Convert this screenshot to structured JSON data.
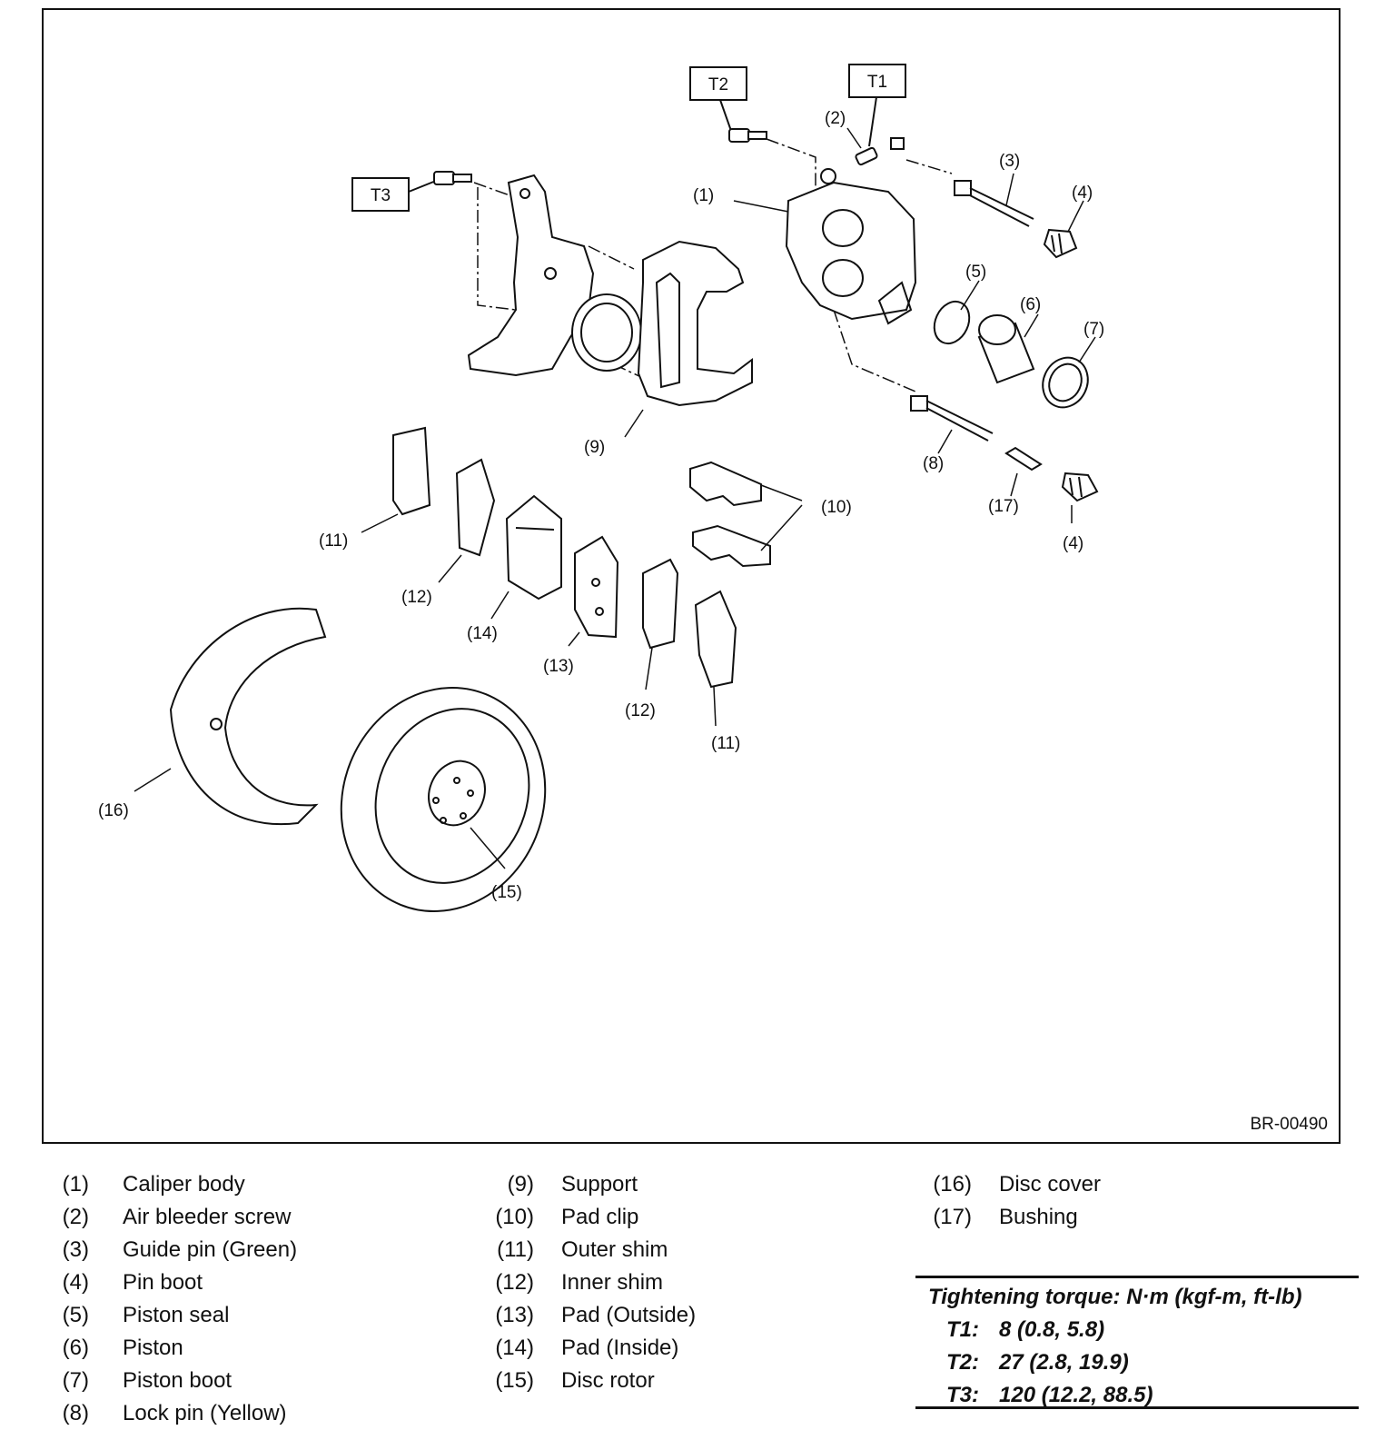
{
  "figure": {
    "code": "BR-00490",
    "callouts": {
      "c1": "(1)",
      "c2": "(2)",
      "c3": "(3)",
      "c4a": "(4)",
      "c4b": "(4)",
      "c5": "(5)",
      "c6": "(6)",
      "c7": "(7)",
      "c8": "(8)",
      "c9": "(9)",
      "c10": "(10)",
      "c11a": "(11)",
      "c11b": "(11)",
      "c12a": "(12)",
      "c12b": "(12)",
      "c13": "(13)",
      "c14": "(14)",
      "c15": "(15)",
      "c16": "(16)",
      "c17": "(17)"
    },
    "torque_tags": {
      "t1": "T1",
      "t2": "T2",
      "t3": "T3"
    }
  },
  "legend": {
    "col1": [
      {
        "num": "(1)",
        "name": "Caliper body"
      },
      {
        "num": "(2)",
        "name": "Air bleeder screw"
      },
      {
        "num": "(3)",
        "name": "Guide pin (Green)"
      },
      {
        "num": "(4)",
        "name": "Pin boot"
      },
      {
        "num": "(5)",
        "name": "Piston seal"
      },
      {
        "num": "(6)",
        "name": "Piston"
      },
      {
        "num": "(7)",
        "name": "Piston boot"
      },
      {
        "num": "(8)",
        "name": "Lock pin (Yellow)"
      }
    ],
    "col2": [
      {
        "num": "(9)",
        "name": "Support"
      },
      {
        "num": "(10)",
        "name": "Pad clip"
      },
      {
        "num": "(11)",
        "name": "Outer shim"
      },
      {
        "num": "(12)",
        "name": "Inner shim"
      },
      {
        "num": "(13)",
        "name": "Pad (Outside)"
      },
      {
        "num": "(14)",
        "name": "Pad (Inside)"
      },
      {
        "num": "(15)",
        "name": "Disc rotor"
      }
    ],
    "col3": [
      {
        "num": "(16)",
        "name": "Disc cover"
      },
      {
        "num": "(17)",
        "name": "Bushing"
      }
    ]
  },
  "torque": {
    "title": "Tightening torque: N·m (kgf-m, ft-lb)",
    "rows": [
      {
        "key": "T1:",
        "value": "8 (0.8, 5.8)"
      },
      {
        "key": "T2:",
        "value": "27 (2.8, 19.9)"
      },
      {
        "key": "T3:",
        "value": "120 (12.2, 88.5)"
      }
    ]
  }
}
